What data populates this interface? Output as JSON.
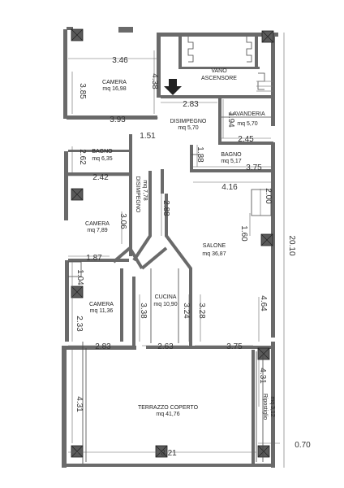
{
  "rooms": {
    "camera1": {
      "name": "CAMERA",
      "area": "mq 16,98"
    },
    "vano_ascensore": {
      "name": "VANO",
      "name2": "ASCENSORE"
    },
    "disimpegno1": {
      "name": "DISIMPEGNO",
      "area": "mq 5,70"
    },
    "lavanderia": {
      "name": "LAVANDERIA",
      "area": "mq 5,70"
    },
    "bagno1": {
      "name": "BAGNO",
      "area": "mq 6,35"
    },
    "bagno2": {
      "name": "BAGNO",
      "area": "mq 5,17"
    },
    "disimpegno2": {
      "name": "DISIMPEGNO",
      "area": "mq 7,78"
    },
    "camera2": {
      "name": "CAMERA",
      "area": "mq 7,89"
    },
    "salone": {
      "name": "SALONE",
      "area": "mq 36,87"
    },
    "cucina": {
      "name": "CUCINA",
      "area": "mq 10,90"
    },
    "camera3": {
      "name": "CAMERA",
      "area": "mq 11,36"
    },
    "terrazzo": {
      "name": "TERRAZZO COPERTO",
      "area": "mq 41,76"
    },
    "ripostiglio": {
      "name": "Ripostiglio",
      "area": "mq 3,12"
    }
  },
  "dims": {
    "d346": "3.46",
    "d385": "3.85",
    "d438": "4.38",
    "d283a": "2.83",
    "d393": "3.93",
    "d151": "1.51",
    "d194": "1.94",
    "d245": "2.45",
    "d262": "2.62",
    "d242": "2.42",
    "d138": "1.38",
    "d375a": "3.75",
    "d416": "4.16",
    "d200": "2.00",
    "d288": "2.88",
    "d306": "3.06",
    "d160": "1.60",
    "d2010": "20.10",
    "d187": "1.87",
    "d104": "1.04",
    "d338": "3.38",
    "d324": "3.24",
    "d328": "3.28",
    "d464": "4.64",
    "d233": "2.33",
    "d283b": "2.83",
    "d263": "2.63",
    "d375b": "3.75",
    "d431a": "4.31",
    "d431b": "4.31",
    "d821": "8.21",
    "d070": "0.70"
  },
  "icons": {
    "entrance_arrow": "arrow-down-icon"
  }
}
